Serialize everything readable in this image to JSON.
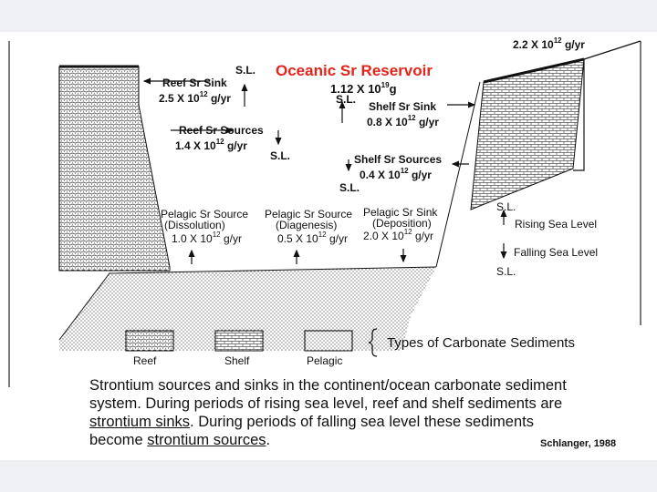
{
  "flux_top": {
    "prefix": "2.2 X 10",
    "exp": "12",
    "unit": " g/yr"
  },
  "reservoir": {
    "title": "Oceanic Sr Reservoir",
    "mass_prefix": "1.12 X 10",
    "mass_exp": "19",
    "mass_unit": "g"
  },
  "sl": "S.L.",
  "reef_sink": {
    "title": "Reef Sr Sink",
    "prefix": "2.5 X 10",
    "exp": "12",
    "unit": " g/yr"
  },
  "reef_sources": {
    "title": "Reef Sr Sources",
    "prefix": "1.4 X 10",
    "exp": "12",
    "unit": " g/yr"
  },
  "shelf_sink": {
    "title": "Shelf Sr Sink",
    "prefix": "0.8 X 10",
    "exp": "12",
    "unit": " g/yr"
  },
  "shelf_sources": {
    "title": "Shelf Sr Sources",
    "prefix": "0.4 X 10",
    "exp": "12",
    "unit": " g/yr"
  },
  "pelagic": [
    {
      "title": "Pelagic Sr Source",
      "sub": "(Dissolution)",
      "prefix": "1.0 X 10",
      "exp": "12",
      "unit": " g/yr"
    },
    {
      "title": "Pelagic Sr Source",
      "sub": "(Diagenesis)",
      "prefix": "0.5 X 10",
      "exp": "12",
      "unit": " g/yr"
    },
    {
      "title": "Pelagic Sr Sink",
      "sub": "(Deposition)",
      "prefix": "2.0 X 10",
      "exp": "12",
      "unit": " g/yr"
    }
  ],
  "sea_level": {
    "rising": "Rising Sea Level",
    "falling": "Falling Sea Level"
  },
  "legend": {
    "reef": "Reef",
    "shelf": "Shelf",
    "pelagic": "Pelagic",
    "title": "Types of Carbonate Sediments"
  },
  "caption": {
    "part1": "Strontium sources and sinks in the continent/ocean carbonate sediment system. During periods of rising sea level, reef and shelf sediments are ",
    "sinks": "strontium sinks",
    "part2": ". During periods of falling sea level these sediments become ",
    "sources": "strontium sources",
    "part3": "."
  },
  "credit": "Schlanger, 1988",
  "colors": {
    "background": "#eef0f6",
    "panel": "#ffffff",
    "title_red": "#e1251b",
    "ink": "#111111"
  }
}
